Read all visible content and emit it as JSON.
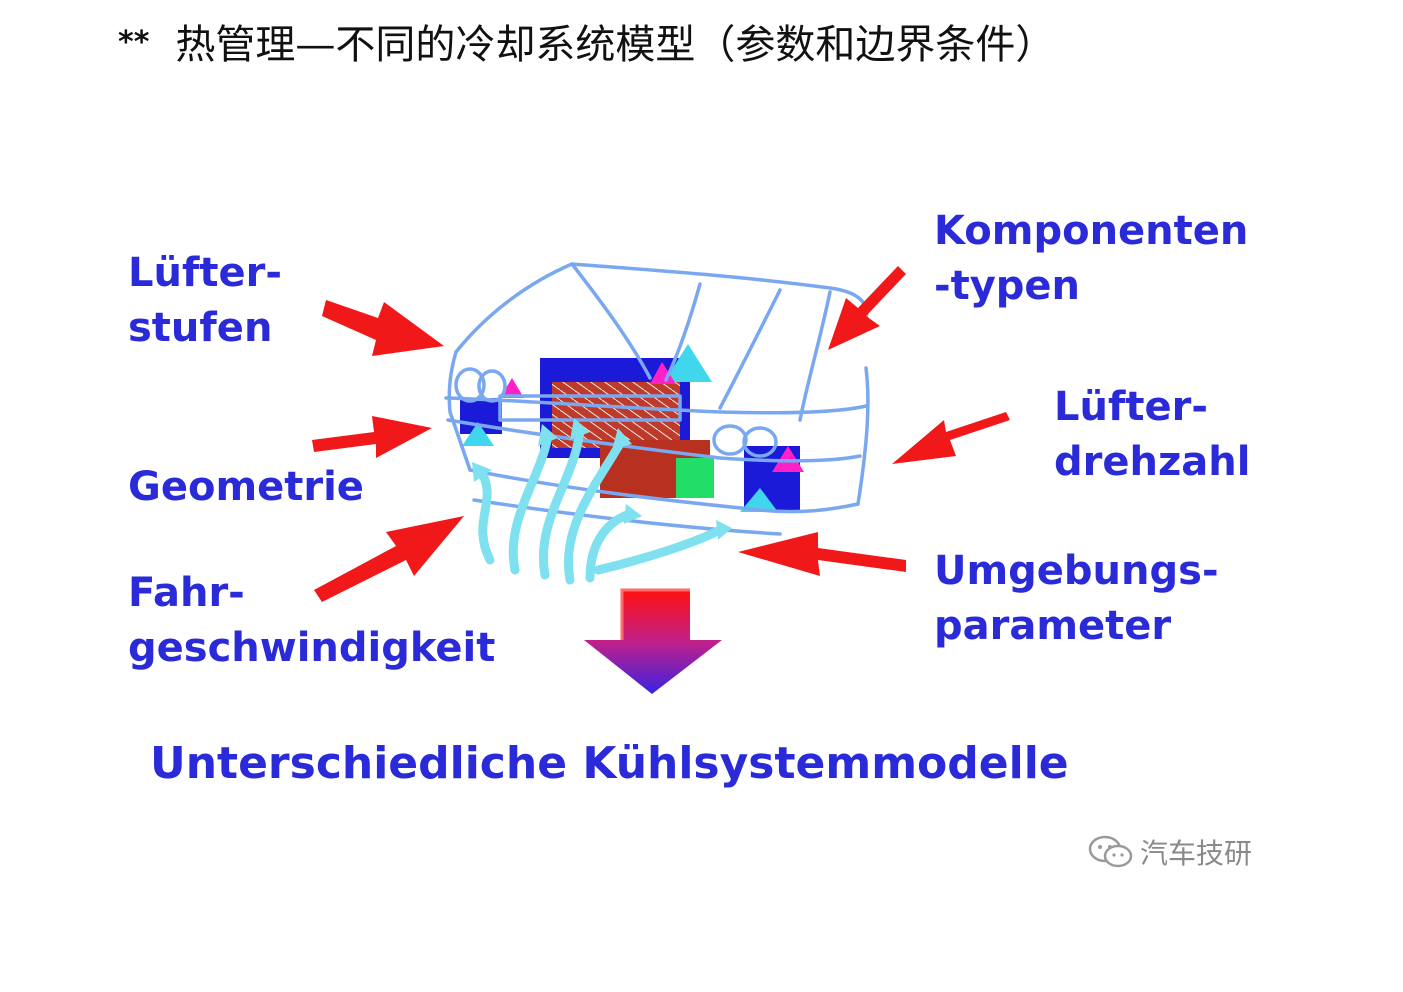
{
  "title": {
    "stars": "**",
    "text": "热管理—不同的冷却系统模型（参数和边界条件）"
  },
  "labels": {
    "luefterstufen": [
      "Lüfter-",
      "stufen"
    ],
    "geometrie": [
      "Geometrie"
    ],
    "fahrgeschwindigkeit": [
      "Fahr-",
      "geschwindigkeit"
    ],
    "komponententypen": [
      "Komponenten",
      "-typen"
    ],
    "luefterdrehzahl": [
      "Lüfter-",
      "drehzahl"
    ],
    "umgebungsparameter": [
      "Umgebungs-",
      "parameter"
    ]
  },
  "result": "Unterschiedliche Kühlsystemmodelle",
  "watermark": "汽车技研",
  "colors": {
    "label_blue": "#2a2ad8",
    "arrow_red": "#f01818",
    "car_outline": "#7aa8f0",
    "airflow": "#7fe0f0"
  }
}
